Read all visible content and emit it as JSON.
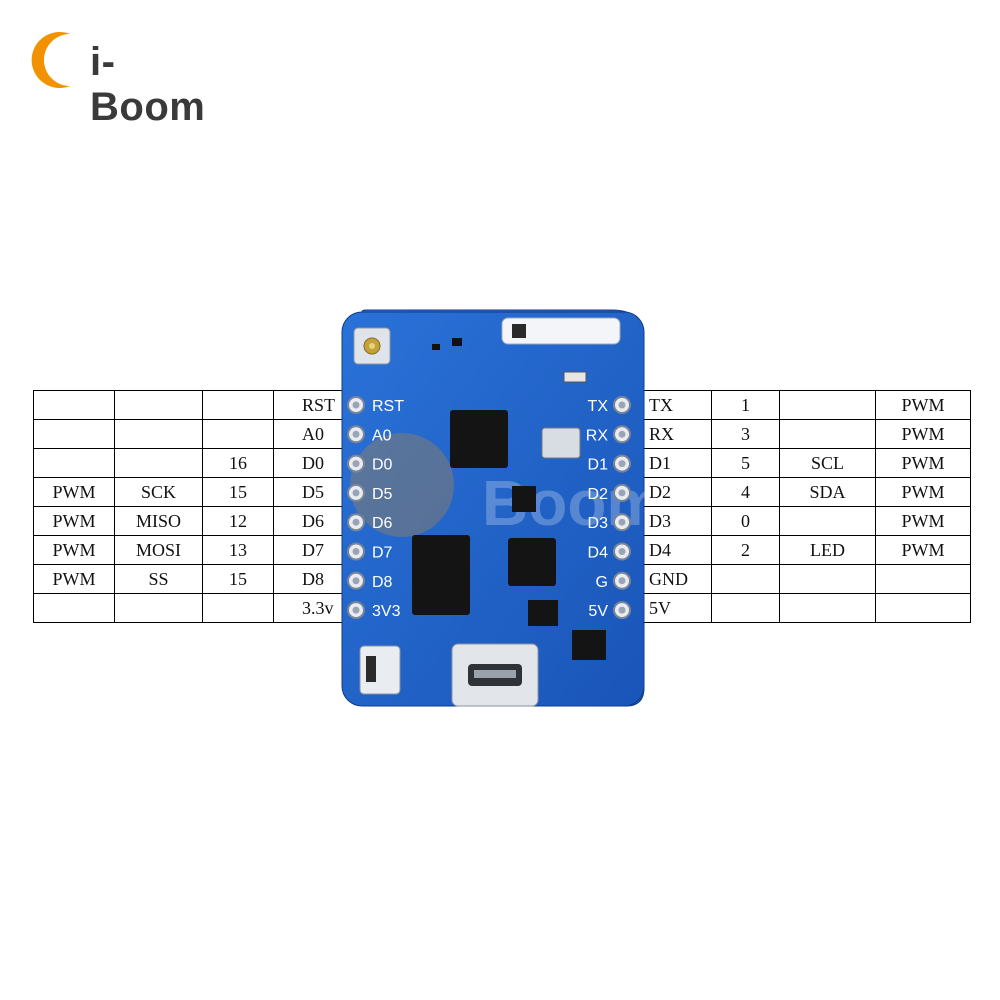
{
  "brand": {
    "name": "i-Boom",
    "accent_color": "#f39200",
    "watermark": "i-Boom"
  },
  "board": {
    "pcb_color": "#1f62c8",
    "left_header": [
      "RST",
      "A0",
      "D0",
      "D5",
      "D6",
      "D7",
      "D8",
      "3V3"
    ],
    "right_header": [
      "TX",
      "RX",
      "D1",
      "D2",
      "D3",
      "D4",
      "G",
      "5V"
    ]
  },
  "left_table": {
    "rows": [
      [
        "",
        "",
        "",
        "RST"
      ],
      [
        "",
        "",
        "",
        "A0"
      ],
      [
        "",
        "",
        "16",
        "D0"
      ],
      [
        "PWM",
        "SCK",
        "15",
        "D5"
      ],
      [
        "PWM",
        "MISO",
        "12",
        "D6"
      ],
      [
        "PWM",
        "MOSI",
        "13",
        "D7"
      ],
      [
        "PWM",
        "SS",
        "15",
        "D8"
      ],
      [
        "",
        "",
        "",
        "3.3v"
      ]
    ]
  },
  "right_table": {
    "rows": [
      [
        "TX",
        "1",
        "",
        "PWM"
      ],
      [
        "RX",
        "3",
        "",
        "PWM"
      ],
      [
        "D1",
        "5",
        "SCL",
        "PWM"
      ],
      [
        "D2",
        "4",
        "SDA",
        "PWM"
      ],
      [
        "D3",
        "0",
        "",
        "PWM"
      ],
      [
        "D4",
        "2",
        "LED",
        "PWM"
      ],
      [
        "GND",
        "",
        "",
        ""
      ],
      [
        "5V",
        "",
        "",
        ""
      ]
    ]
  }
}
